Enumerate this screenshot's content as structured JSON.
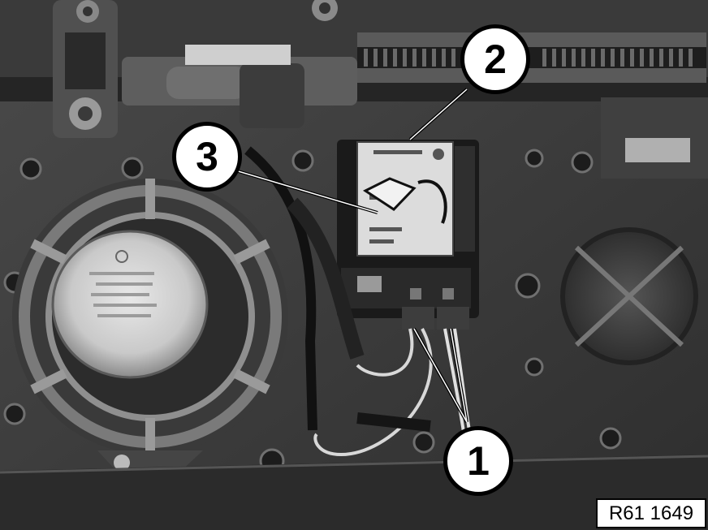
{
  "figure": {
    "reference_code": "R61 1649",
    "callouts": [
      {
        "number": "1",
        "target": "connector-plugs"
      },
      {
        "number": "2",
        "target": "control-module"
      },
      {
        "number": "3",
        "target": "release-tab"
      }
    ]
  },
  "colors": {
    "photo_tone": "grayscale",
    "callout_fill": "#ffffff",
    "callout_stroke": "#000000"
  }
}
